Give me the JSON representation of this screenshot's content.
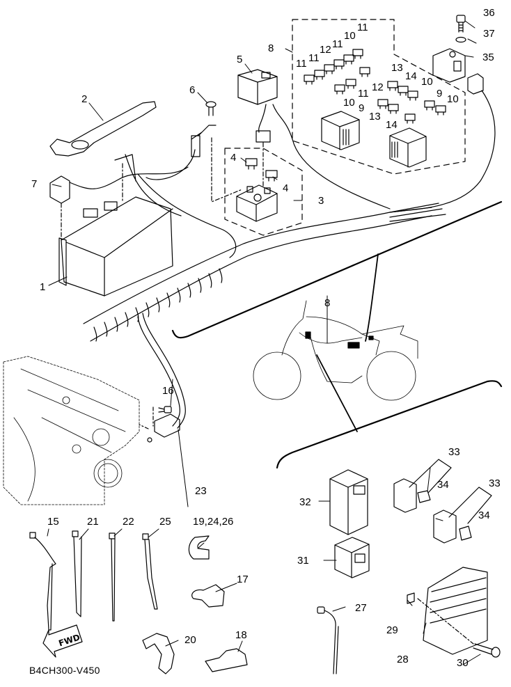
{
  "diagram": {
    "type": "exploded-parts-diagram",
    "subject": "Motorcycle electrical components (battery, relays, fuse box, wire harness, clamps)",
    "drawing_code": "B4CH300-V450",
    "direction_indicator": "FWD",
    "callouts": [
      {
        "id": "c1",
        "label": "1",
        "part": "battery"
      },
      {
        "id": "c2",
        "label": "2",
        "part": "battery band"
      },
      {
        "id": "c3",
        "label": "3",
        "part": "starter relay assembly"
      },
      {
        "id": "c4a",
        "label": "4",
        "part": "fuse"
      },
      {
        "id": "c4b",
        "label": "4",
        "part": "fuse"
      },
      {
        "id": "c5",
        "label": "5",
        "part": "relay cover"
      },
      {
        "id": "c6",
        "label": "6",
        "part": "bolt"
      },
      {
        "id": "c7",
        "label": "7",
        "part": "terminal cover"
      },
      {
        "id": "c8",
        "label": "8",
        "part": "wire harness / fuse box"
      },
      {
        "id": "c8b",
        "label": "8",
        "part": "wire harness (location on motorcycle)"
      },
      {
        "id": "c9a",
        "label": "9",
        "part": "fuse"
      },
      {
        "id": "c9b",
        "label": "9",
        "part": "fuse"
      },
      {
        "id": "c10a",
        "label": "10",
        "part": "fuse"
      },
      {
        "id": "c10b",
        "label": "10",
        "part": "fuse"
      },
      {
        "id": "c10c",
        "label": "10",
        "part": "fuse"
      },
      {
        "id": "c10d",
        "label": "10",
        "part": "fuse"
      },
      {
        "id": "c11a",
        "label": "11",
        "part": "fuse"
      },
      {
        "id": "c11b",
        "label": "11",
        "part": "fuse"
      },
      {
        "id": "c11c",
        "label": "11",
        "part": "fuse"
      },
      {
        "id": "c11d",
        "label": "11",
        "part": "fuse"
      },
      {
        "id": "c11e",
        "label": "11",
        "part": "fuse"
      },
      {
        "id": "c12a",
        "label": "12",
        "part": "fuse"
      },
      {
        "id": "c12b",
        "label": "12",
        "part": "fuse"
      },
      {
        "id": "c13a",
        "label": "13",
        "part": "fuse"
      },
      {
        "id": "c13b",
        "label": "13",
        "part": "fuse"
      },
      {
        "id": "c14a",
        "label": "14",
        "part": "fuse"
      },
      {
        "id": "c14b",
        "label": "14",
        "part": "fuse"
      },
      {
        "id": "c15",
        "label": "15",
        "part": "cable tie"
      },
      {
        "id": "c16",
        "label": "16",
        "part": "bolt"
      },
      {
        "id": "c17",
        "label": "17",
        "part": "clamp"
      },
      {
        "id": "c18",
        "label": "18",
        "part": "clamp"
      },
      {
        "id": "c19",
        "label": "19,24,26",
        "part": "clamp"
      },
      {
        "id": "c20",
        "label": "20",
        "part": "clamp"
      },
      {
        "id": "c21",
        "label": "21",
        "part": "cable tie"
      },
      {
        "id": "c22",
        "label": "22",
        "part": "cable tie"
      },
      {
        "id": "c23",
        "label": "23",
        "part": "sensor"
      },
      {
        "id": "c25",
        "label": "25",
        "part": "cable tie"
      },
      {
        "id": "c27",
        "label": "27",
        "part": "cable tie"
      },
      {
        "id": "c28",
        "label": "28",
        "part": "rectifier / regulator"
      },
      {
        "id": "c29",
        "label": "29",
        "part": "nut"
      },
      {
        "id": "c30",
        "label": "30",
        "part": "bolt"
      },
      {
        "id": "c31",
        "label": "31",
        "part": "relay"
      },
      {
        "id": "c32",
        "label": "32",
        "part": "relay"
      },
      {
        "id": "c33a",
        "label": "33",
        "part": "relay assembly"
      },
      {
        "id": "c33b",
        "label": "33",
        "part": "relay assembly"
      },
      {
        "id": "c34a",
        "label": "34",
        "part": "relay"
      },
      {
        "id": "c34b",
        "label": "34",
        "part": "relay"
      },
      {
        "id": "c35",
        "label": "35",
        "part": "sensor"
      },
      {
        "id": "c36",
        "label": "36",
        "part": "bolt"
      },
      {
        "id": "c37",
        "label": "37",
        "part": "washer"
      }
    ]
  }
}
